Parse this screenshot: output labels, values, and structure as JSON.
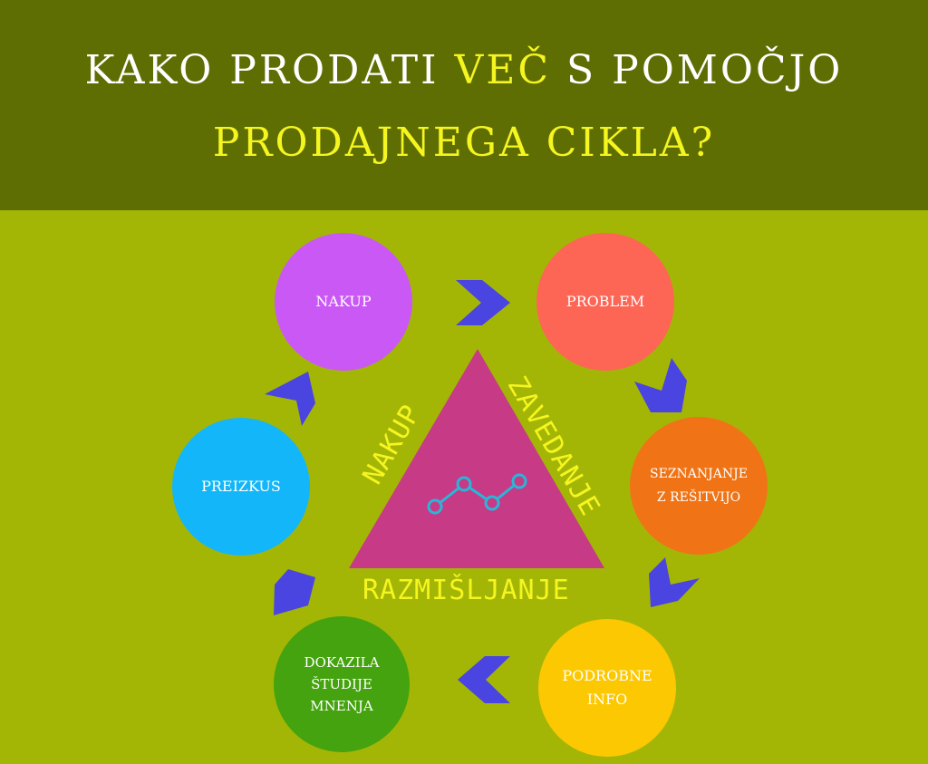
{
  "header": {
    "title_line1_a": "KAKO PRODATI ",
    "title_line1_highlight": "VEČ",
    "title_line1_b": " S POMOČJO",
    "title_line2": "PRODAJNEGA CIKLA?"
  },
  "colors": {
    "header_bg": "#5f6e02",
    "body_bg": "#a4b605",
    "highlight": "#f5f520",
    "arrow": "#4a44e0",
    "triangle": "#c73a85",
    "chart_line": "#29b6d8"
  },
  "cycle": [
    {
      "label": "NAKUP",
      "color": "#c958f5"
    },
    {
      "label": "PROBLEM",
      "color": "#fd6554"
    },
    {
      "label": "SEZNANJANJE\nZ REŠITVIJO",
      "color": "#f07416"
    },
    {
      "label": "PODROBNE\nINFO",
      "color": "#fcc802"
    },
    {
      "label": "DOKAZILA\nŠTUDIJE\nMNENJA",
      "color": "#44a30e"
    },
    {
      "label": "PREIZKUS",
      "color": "#13b6f8"
    }
  ],
  "triangle": {
    "left_label": "NAKUP",
    "right_label": "ZAVEDANJE",
    "bottom_label": "RAZMIŠLJANJE",
    "icon": "line-chart-icon"
  }
}
